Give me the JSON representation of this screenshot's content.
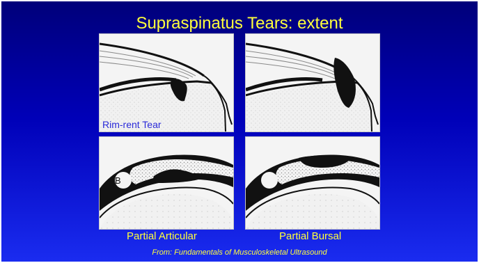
{
  "slide": {
    "title": "Supraspinatus Tears: extent",
    "source": "From: Fundamentals of Musculoskeletal Ultrasound"
  },
  "panels": [
    {
      "label": "Rim-rent Tear"
    },
    {
      "label": ""
    },
    {
      "label": "",
      "marker": "B"
    },
    {
      "label": ""
    }
  ],
  "captions": {
    "partial_articular": "Partial Articular",
    "partial_bursal": "Partial Bursal"
  },
  "colors": {
    "title": "#ffff3c",
    "panel_label": "#2a2ad8",
    "background_top": "#00007a",
    "background_bottom": "#1a2cf0"
  }
}
